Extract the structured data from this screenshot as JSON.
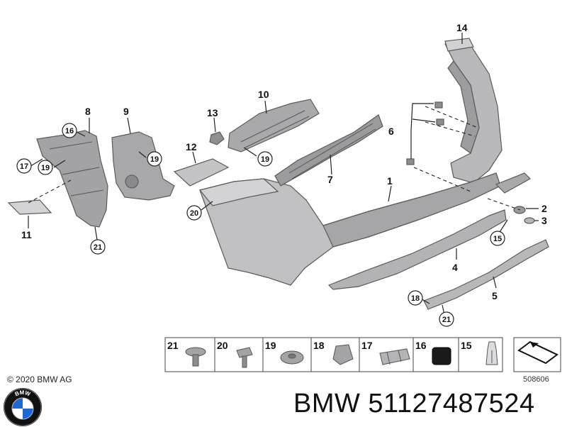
{
  "callouts": {
    "c1": "1",
    "c2": "2",
    "c3": "3",
    "c4": "4",
    "c5": "5",
    "c6": "6",
    "c7": "7",
    "c8": "8",
    "c9": "9",
    "c10": "10",
    "c11": "11",
    "c12": "12",
    "c13": "13",
    "c14": "14",
    "c15": "15",
    "c16": "16",
    "c17": "17",
    "c18": "18",
    "c19a": "19",
    "c19b": "19",
    "c19c": "19",
    "c20": "20",
    "c21a": "21",
    "c21b": "21"
  },
  "hardware_strip": {
    "items": [
      "21",
      "20",
      "19",
      "18",
      "17",
      "16",
      "15"
    ],
    "diagram_code": "508606"
  },
  "copyright": "© 2020 BMW AG",
  "logo_text": "BMW",
  "part_number": "BMW 51127487524",
  "colors": {
    "part_fill": "#b9b9bb",
    "part_dark": "#8e8e91",
    "line": "#222222"
  }
}
